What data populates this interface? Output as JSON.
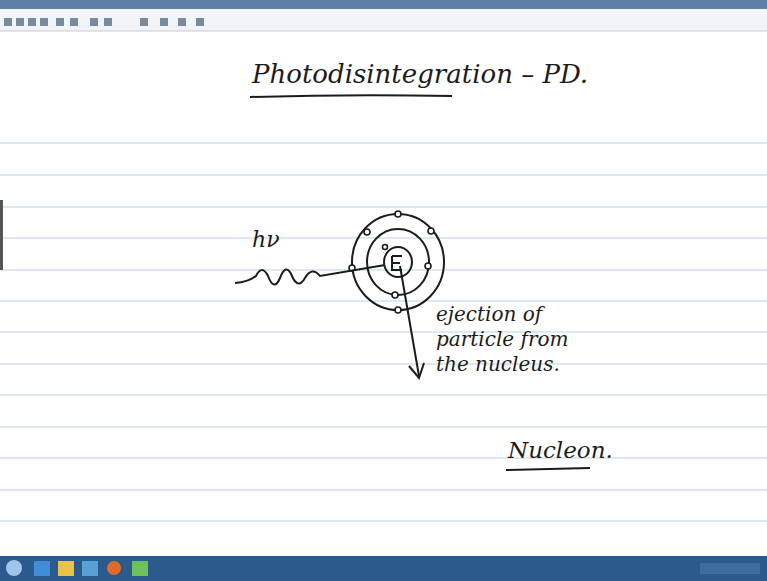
{
  "diagram": {
    "title": "Photodisintegration – PD.",
    "labels": [
      "hν",
      "ejection of particle from the nucleus.",
      "Nucleon."
    ]
  }
}
